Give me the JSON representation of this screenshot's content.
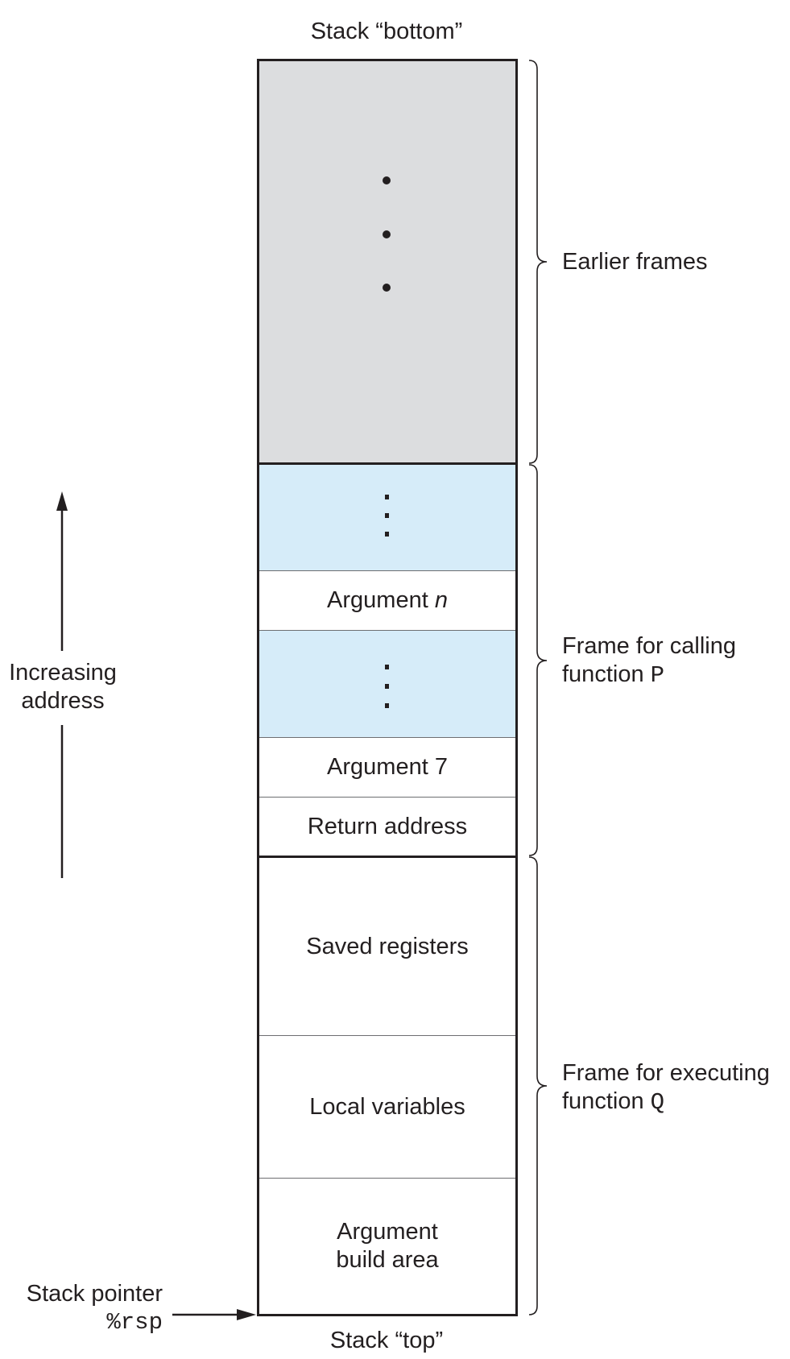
{
  "labels": {
    "stack_bottom": "Stack “bottom”",
    "stack_top": "Stack “top”",
    "increasing_address_line1": "Increasing",
    "increasing_address_line2": "address",
    "stack_pointer_line1": "Stack pointer",
    "stack_pointer_register": "%rsp"
  },
  "cells": {
    "argument_n_prefix": "Argument ",
    "argument_n_var": "n",
    "argument_7": "Argument 7",
    "return_address": "Return address",
    "saved_registers": "Saved registers",
    "local_variables": "Local variables",
    "arg_build_line1": "Argument",
    "arg_build_line2": "build area"
  },
  "braces": {
    "earlier_frames": "Earlier frames",
    "calling_line1": "Frame for calling",
    "calling_line2_prefix": "function ",
    "calling_function": "P",
    "executing_line1": "Frame for executing",
    "executing_line2_prefix": "function ",
    "executing_function": "Q"
  },
  "colors": {
    "earlier_frames_fill": "#dcdddf",
    "ellipsis_fill": "#d6ecf9",
    "ink": "#231f20"
  }
}
